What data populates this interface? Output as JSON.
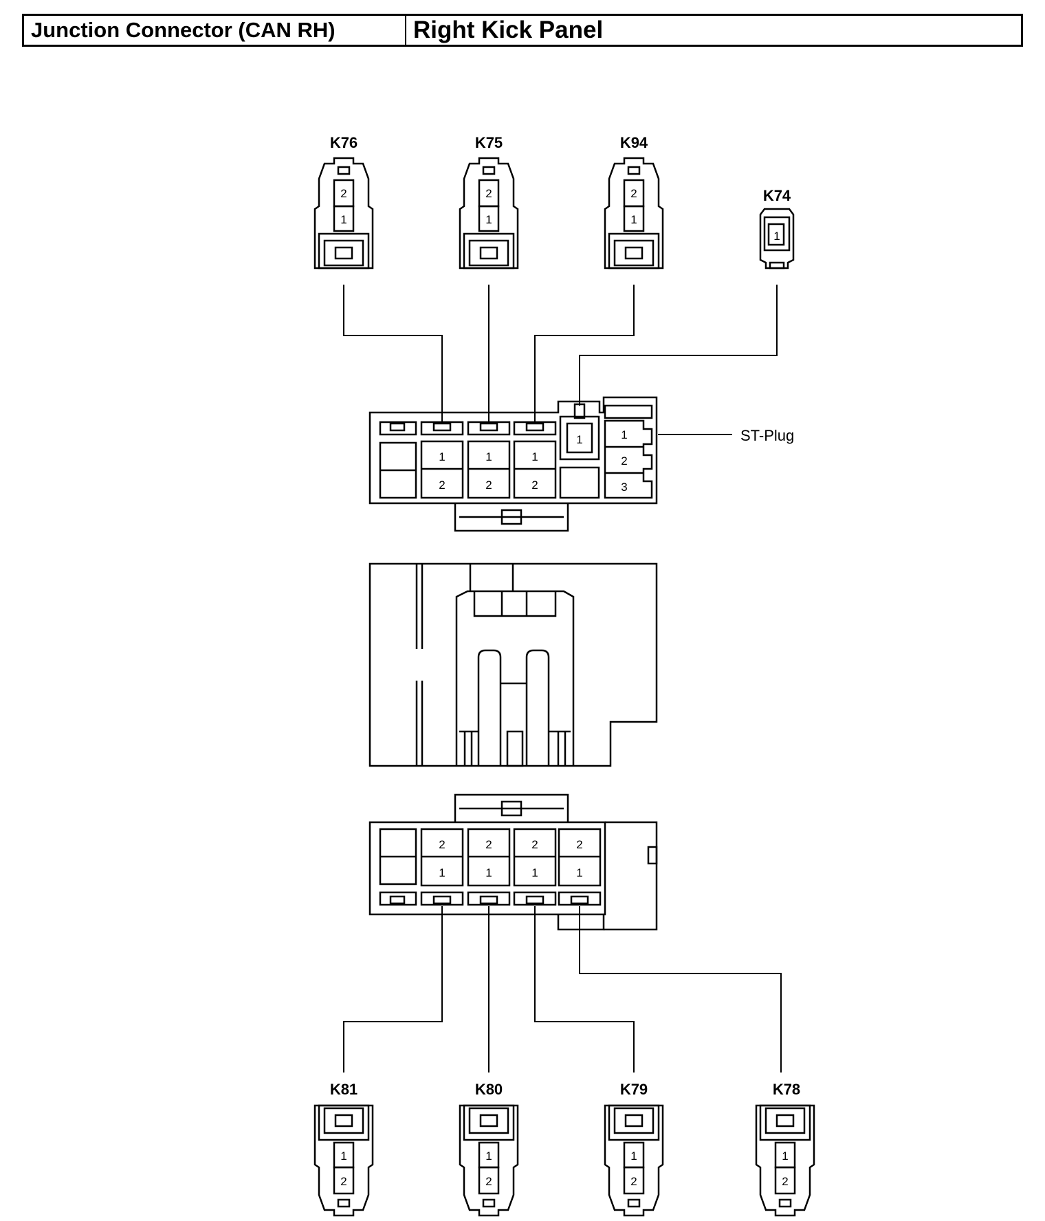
{
  "header": {
    "component": "Junction Connector (CAN RH)",
    "location": "Right Kick Panel"
  },
  "diagram": {
    "connectors_top": [
      "K76",
      "K75",
      "K94",
      "K74"
    ],
    "connectors_bottom": [
      "K81",
      "K80",
      "K79",
      "K78"
    ],
    "st_plug_label": "ST-Plug",
    "pins": {
      "one": "1",
      "two": "2",
      "three": "3"
    }
  }
}
